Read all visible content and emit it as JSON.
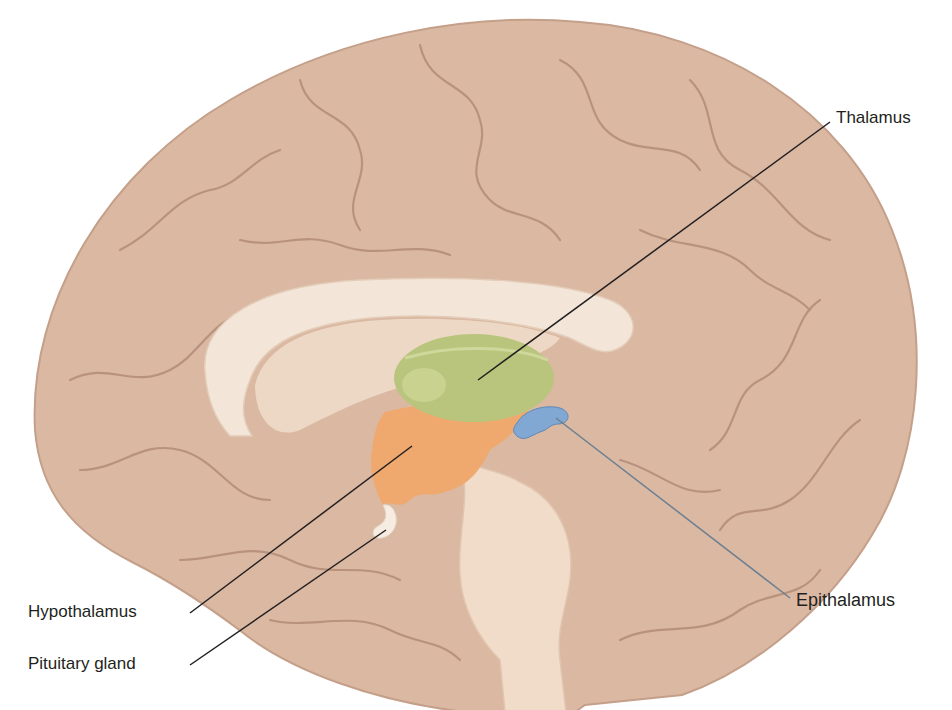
{
  "diagram": {
    "labels": [
      "Thalamus",
      "Epithalamus",
      "Hypothalamus",
      "Pituitary gland"
    ]
  }
}
